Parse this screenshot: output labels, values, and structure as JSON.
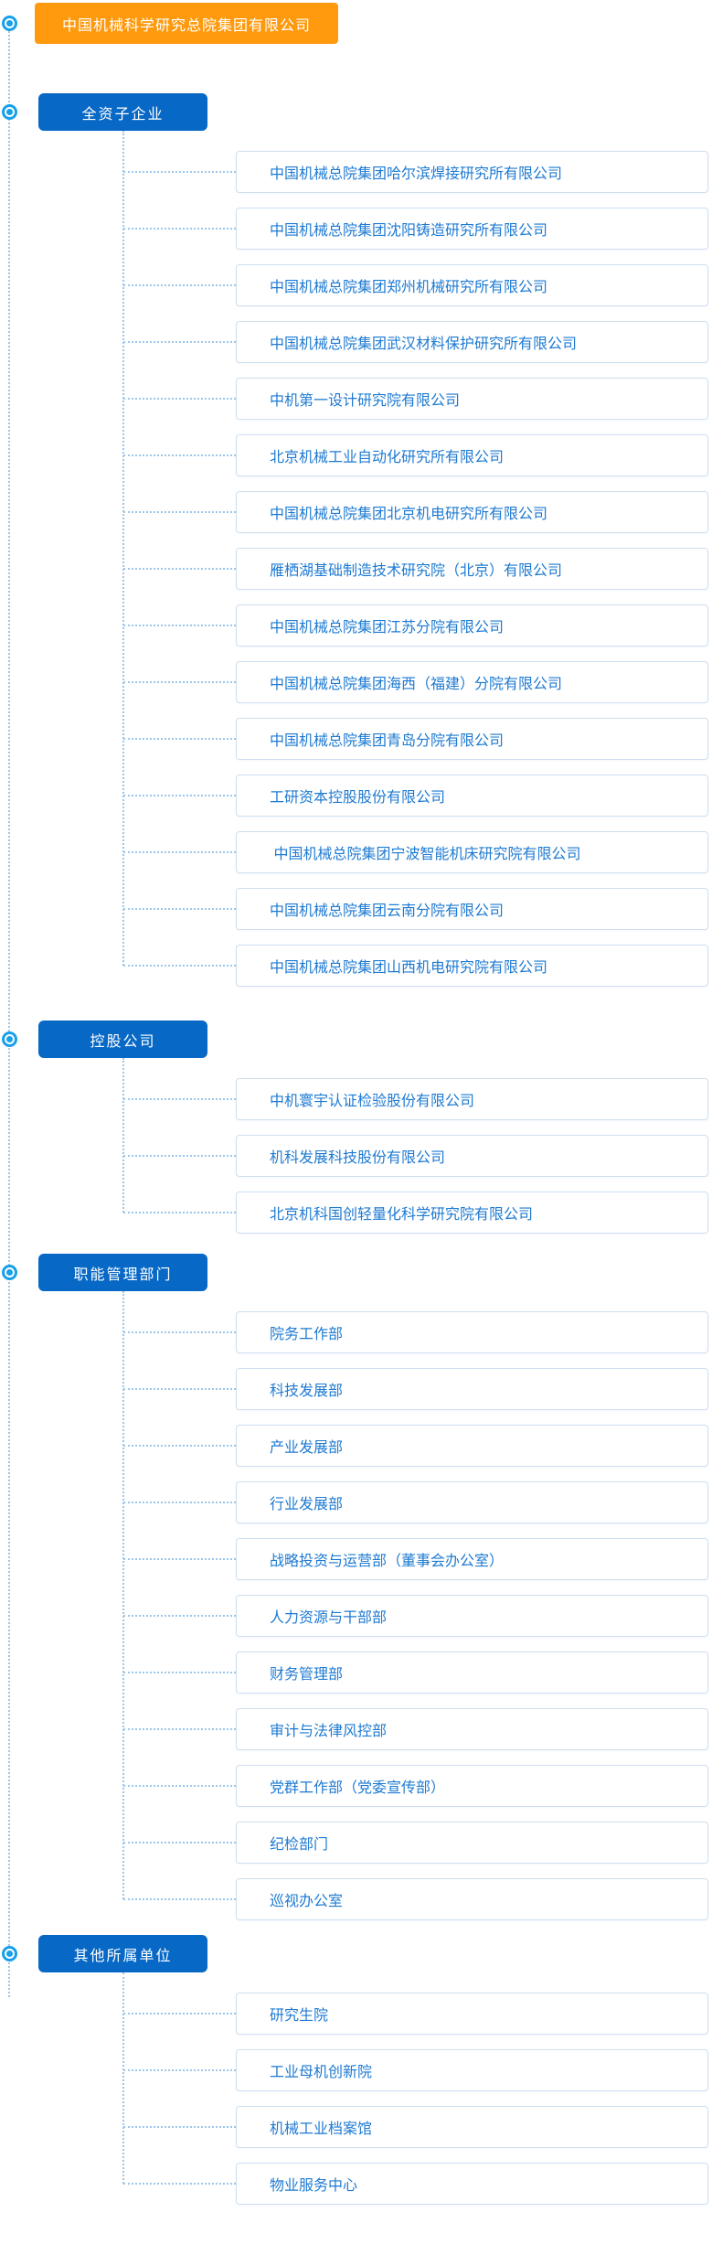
{
  "root": {
    "title": "中国机械科学研究总院集团有限公司"
  },
  "colors": {
    "orange_bg": "#FF9A0E",
    "section_bg": "#0768C6",
    "item_text": "#1E7AD2",
    "item_border": "#CEDFF0",
    "connector": "#9CC6EA",
    "radio": "#18A0E8",
    "node_text": "#FFFFFF"
  },
  "sections": [
    {
      "title": "全资子企业",
      "items": [
        "中国机械总院集团哈尔滨焊接研究所有限公司",
        "中国机械总院集团沈阳铸造研究所有限公司",
        "中国机械总院集团郑州机械研究所有限公司",
        "中国机械总院集团武汉材料保护研究所有限公司",
        "中机第一设计研究院有限公司",
        "北京机械工业自动化研究所有限公司",
        "中国机械总院集团北京机电研究所有限公司",
        "雁栖湖基础制造技术研究院（北京）有限公司",
        "中国机械总院集团江苏分院有限公司",
        "中国机械总院集团海西（福建）分院有限公司",
        "中国机械总院集团青岛分院有限公司",
        "工研资本控股股份有限公司",
        " 中国机械总院集团宁波智能机床研究院有限公司",
        "中国机械总院集团云南分院有限公司",
        "中国机械总院集团山西机电研究院有限公司"
      ]
    },
    {
      "title": "控股公司",
      "items": [
        "中机寰宇认证检验股份有限公司",
        "机科发展科技股份有限公司",
        "北京机科国创轻量化科学研究院有限公司"
      ]
    },
    {
      "title": "职能管理部门",
      "items": [
        "院务工作部",
        "科技发展部",
        "产业发展部",
        "行业发展部",
        "战略投资与运营部（董事会办公室）",
        "人力资源与干部部",
        "财务管理部",
        "审计与法律风控部",
        "党群工作部（党委宣传部）",
        "纪检部门",
        "巡视办公室"
      ]
    },
    {
      "title": "其他所属单位",
      "items": [
        "研究生院",
        "工业母机创新院",
        "机械工业档案馆",
        "物业服务中心"
      ]
    }
  ]
}
